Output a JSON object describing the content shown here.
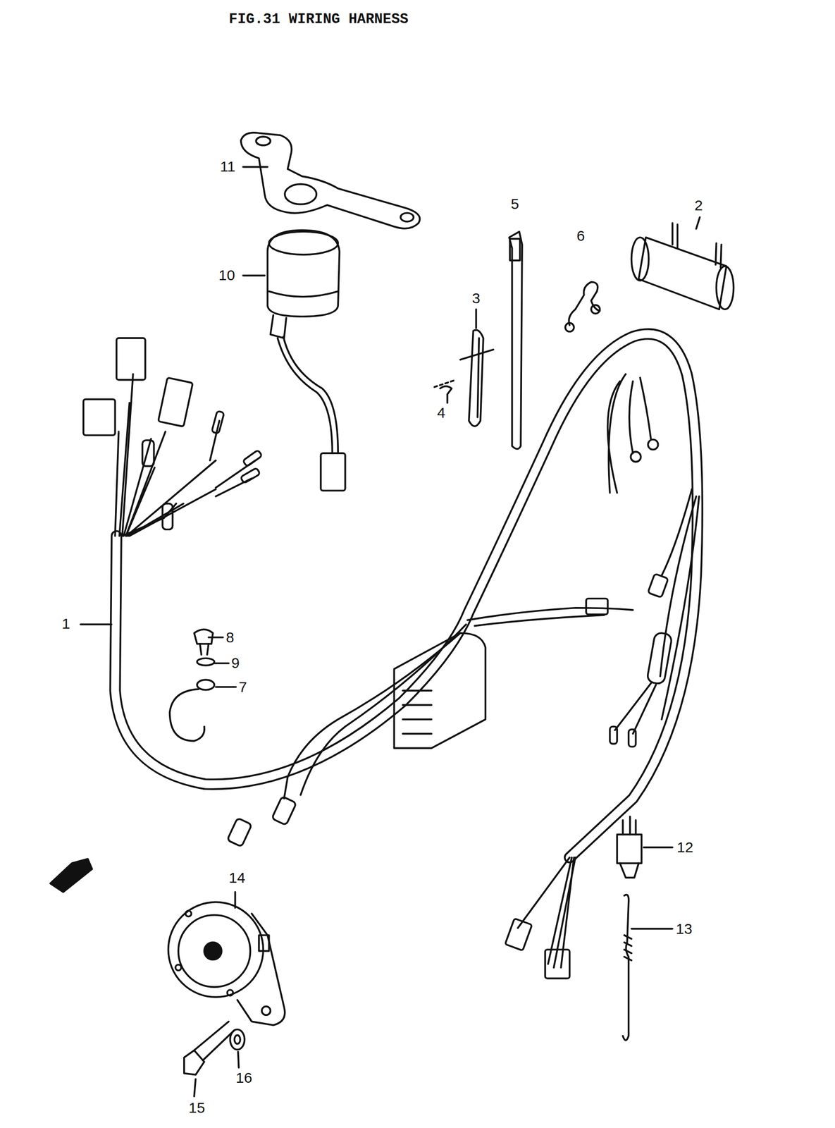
{
  "diagram": {
    "title": "FIG.31 WIRING HARNESS",
    "labels": [
      "11",
      "10",
      "5",
      "3",
      "6",
      "2",
      "4",
      "1",
      "8",
      "9",
      "7",
      "12",
      "13",
      "14",
      "16",
      "15"
    ]
  }
}
